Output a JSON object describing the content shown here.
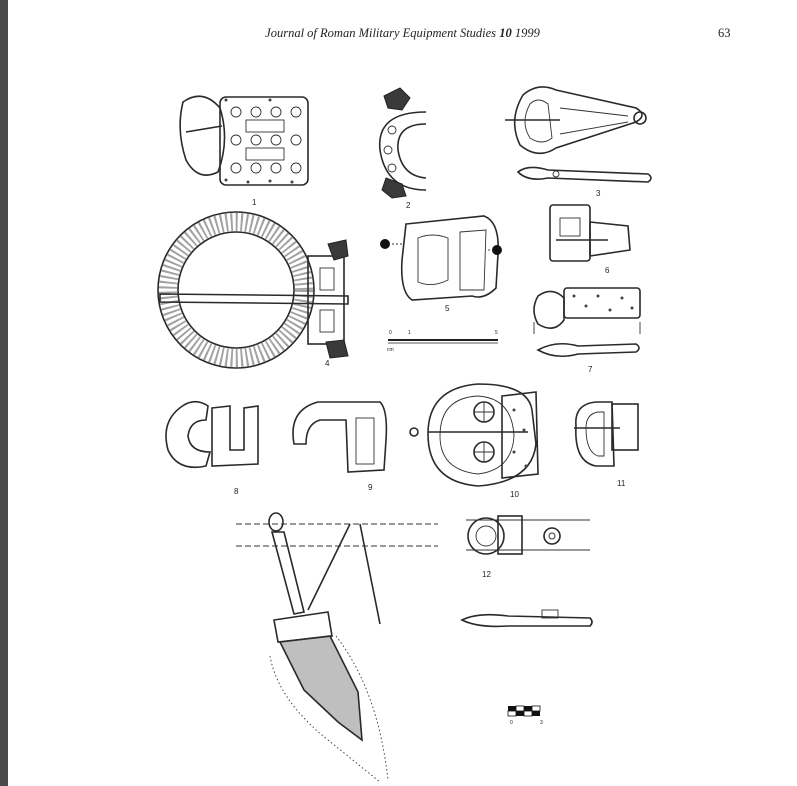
{
  "header": {
    "journal_title": "Journal of Roman Military Equipment Studies",
    "volume": "10",
    "year": "1999",
    "page_number": "63"
  },
  "figure_labels": [
    "1",
    "2",
    "3",
    "4",
    "5",
    "6",
    "7",
    "8",
    "9",
    "10",
    "11",
    "12"
  ],
  "scale_bar": {
    "ticks": [
      "0",
      "1",
      "5"
    ],
    "unit": "cm"
  },
  "scale_bar_small": {
    "ticks": [
      "0",
      "3"
    ]
  }
}
